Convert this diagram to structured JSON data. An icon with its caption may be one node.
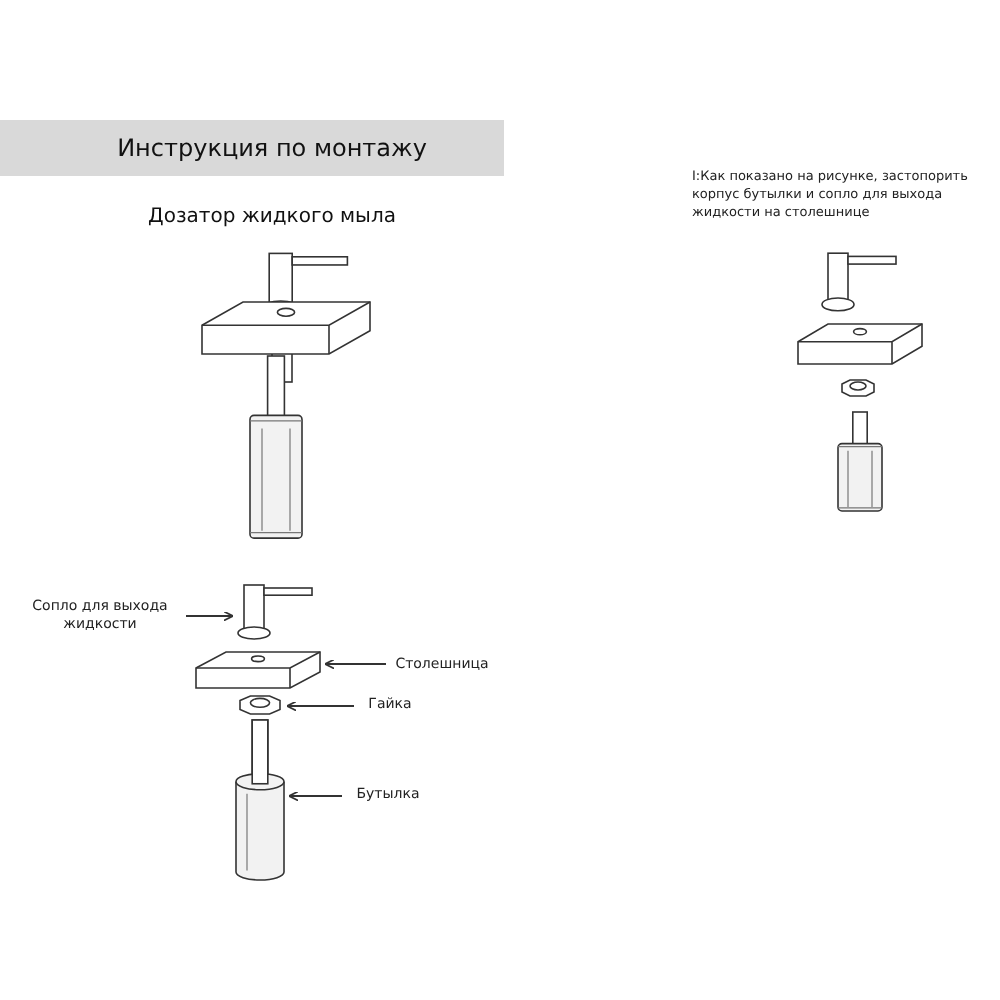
{
  "diagram": {
    "title": "Инструкция по монтажу",
    "nodes": [
      {
        "text": [
          "Сопло для выхода жидкости"
        ]
      },
      {
        "text": [],
        "shape": "picture"
      },
      {
        "text": [
          "Столешница"
        ]
      },
      {
        "text": [],
        "shape": "picture"
      },
      {
        "text": [
          "Гайка"
        ]
      },
      {
        "text": [],
        "shape": "picture"
      },
      {
        "text": [
          "Бутылка"
        ]
      },
      {
        "text": [],
        "shape": "cylinder"
      }
    ],
    "edges": [
      {
        "from": 0,
        "to": 1,
        "arrow": "to"
      },
      {
        "from": 2,
        "to": 3,
        "arrow": "to"
      },
      {
        "from": 4,
        "to": 5,
        "arrow": "to"
      },
      {
        "from": 6,
        "to": 7,
        "arrow": "to"
      }
    ],
    "labels": [
      "Дозатор жидкого мыла",
      "I:Как показано на рисунке, застопорить корпус бутылки и сопло для выхода жидкости на столешнице"
    ]
  }
}
